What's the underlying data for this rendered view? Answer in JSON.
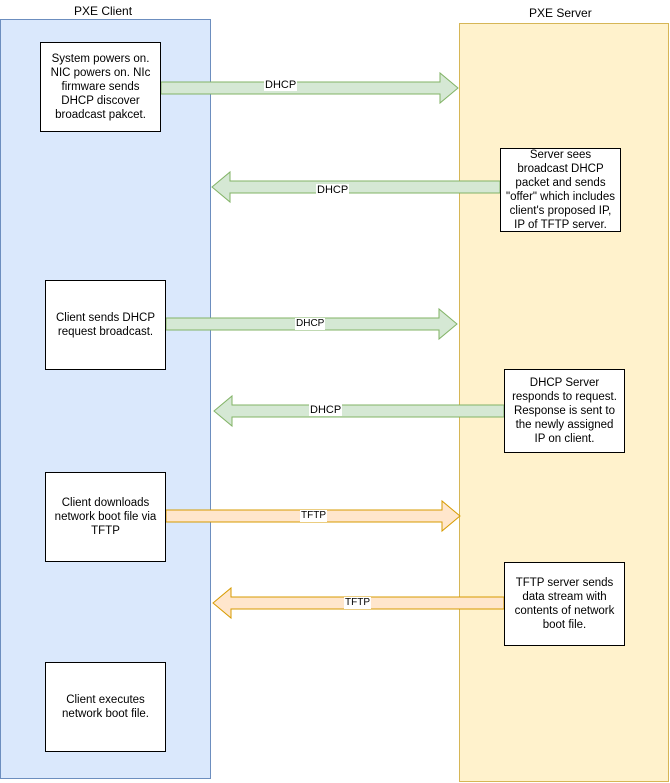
{
  "lanes": {
    "client_title": "PXE Client",
    "server_title": "PXE Server"
  },
  "client_steps": [
    "System powers on. NIC powers on. NIc firmware sends DHCP discover broadcast pakcet.",
    "Client sends DHCP request broadcast.",
    "Client downloads network boot file via TFTP",
    "Client executes network boot file."
  ],
  "server_steps": [
    "Server sees broadcast DHCP packet and sends \"offer\" which includes client's proposed IP, IP of TFTP server.",
    "DHCP Server responds to request. Response is sent to the newly assigned IP on client.",
    "TFTP server sends data stream with contents of network boot file."
  ],
  "arrows": [
    {
      "label": "DHCP",
      "direction": "to-server",
      "protocol": "dhcp"
    },
    {
      "label": "DHCP",
      "direction": "to-client",
      "protocol": "dhcp"
    },
    {
      "label": "DHCP",
      "direction": "to-server",
      "protocol": "dhcp"
    },
    {
      "label": "DHCP",
      "direction": "to-client",
      "protocol": "dhcp"
    },
    {
      "label": "TFTP",
      "direction": "to-server",
      "protocol": "tftp"
    },
    {
      "label": "TFTP",
      "direction": "to-client",
      "protocol": "tftp"
    }
  ],
  "colors": {
    "client_lane_fill": "#dae8fc",
    "client_lane_stroke": "#6c8ebf",
    "server_lane_fill": "#fff2cc",
    "server_lane_stroke": "#d6b656",
    "dhcp_fill": "#d5e8d4",
    "dhcp_stroke": "#82b366",
    "tftp_fill": "#ffe6cc",
    "tftp_stroke": "#d79b00"
  }
}
